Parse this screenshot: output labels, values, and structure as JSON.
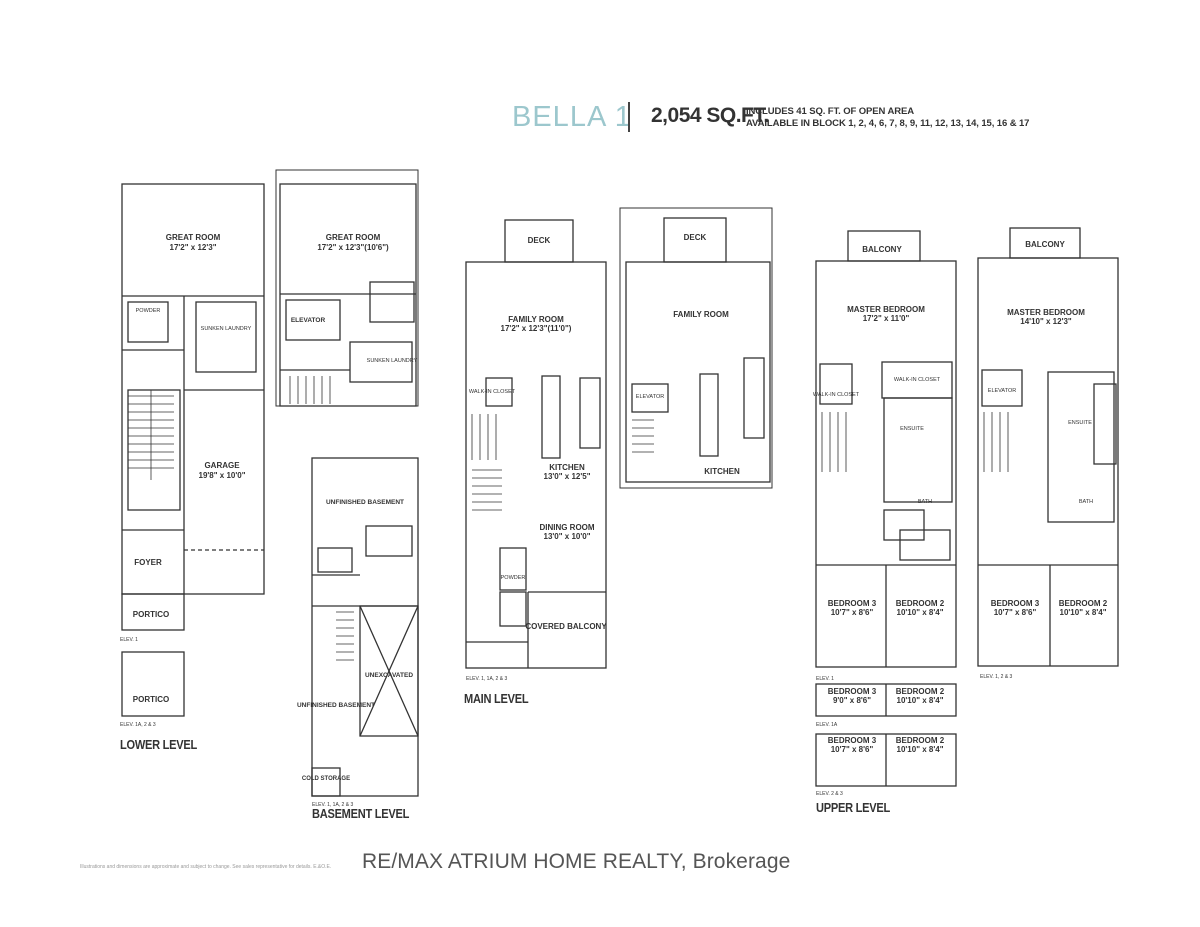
{
  "header": {
    "brand": "BELLA 1",
    "area": "2,054 SQ.FT.",
    "includes": "INCLUDES 41 SQ. FT. OF OPEN AREA",
    "availability": "AVAILABLE IN BLOCK 1, 2, 4, 6, 7, 8, 9, 11, 12, 13, 14, 15, 16 & 17"
  },
  "levels": {
    "lower": "LOWER LEVEL",
    "basement": "BASEMENT LEVEL",
    "main": "MAIN LEVEL",
    "upper": "UPPER LEVEL"
  },
  "rooms": {
    "great_room": "GREAT ROOM",
    "great_room_dim_a": "17'2\" x 12'3\"",
    "great_room_dim_b": "17'2\" x 12'3\"(10'6\")",
    "garage": "GARAGE",
    "garage_dim": "19'8\" x 10'0\"",
    "foyer": "FOYER",
    "portico": "PORTICO",
    "powder": "POWDER",
    "laundry": "SUNKEN LAUNDRY",
    "elevator": "ELEVATOR",
    "unfinished_basement": "UNFINISHED BASEMENT",
    "unexcavated": "UNEXCAVATED",
    "cold_storage": "COLD STORAGE",
    "deck": "DECK",
    "family_room": "FAMILY ROOM",
    "family_room_dim": "17'2\" x 12'3\"(11'0\")",
    "kitchen": "KITCHEN",
    "kitchen_dim": "13'0\" x 12'5\"",
    "dining_room": "DINING ROOM",
    "dining_room_dim": "13'0\" x 10'0\"",
    "covered_balcony": "COVERED BALCONY",
    "balcony": "BALCONY",
    "master_bedroom": "MASTER BEDROOM",
    "master_dim_a": "17'2\" x 11'0\"",
    "master_dim_b": "14'10\" x 12'3\"",
    "walk_in_closet": "WALK-IN CLOSET",
    "ensuite": "ENSUITE",
    "bath": "BATH",
    "bedroom_3": "BEDROOM 3",
    "bedroom_2": "BEDROOM 2",
    "bedroom_3_dim": "10'7\" x 8'6\"",
    "bedroom_2_dim": "10'10\" x 8'4\"",
    "bedroom_3_dim_alt": "9'0\" x 8'6\""
  },
  "elevations": {
    "elev_1": "ELEV. 1",
    "elev_1a_2_3": "ELEV. 1A, 2 & 3",
    "elev_1_1a_2_3": "ELEV. 1, 1A, 2 & 3",
    "elev_1_2_3": "ELEV. 1, 2 & 3",
    "elev_1a": "ELEV. 1A",
    "elev_2_3": "ELEV. 2 & 3"
  },
  "footer": {
    "brokerage": "RE/MAX ATRIUM HOME REALTY, Brokerage",
    "disclaimer": "Illustrations and dimensions are approximate and subject to change. See sales representative for details. E.&O.E."
  }
}
